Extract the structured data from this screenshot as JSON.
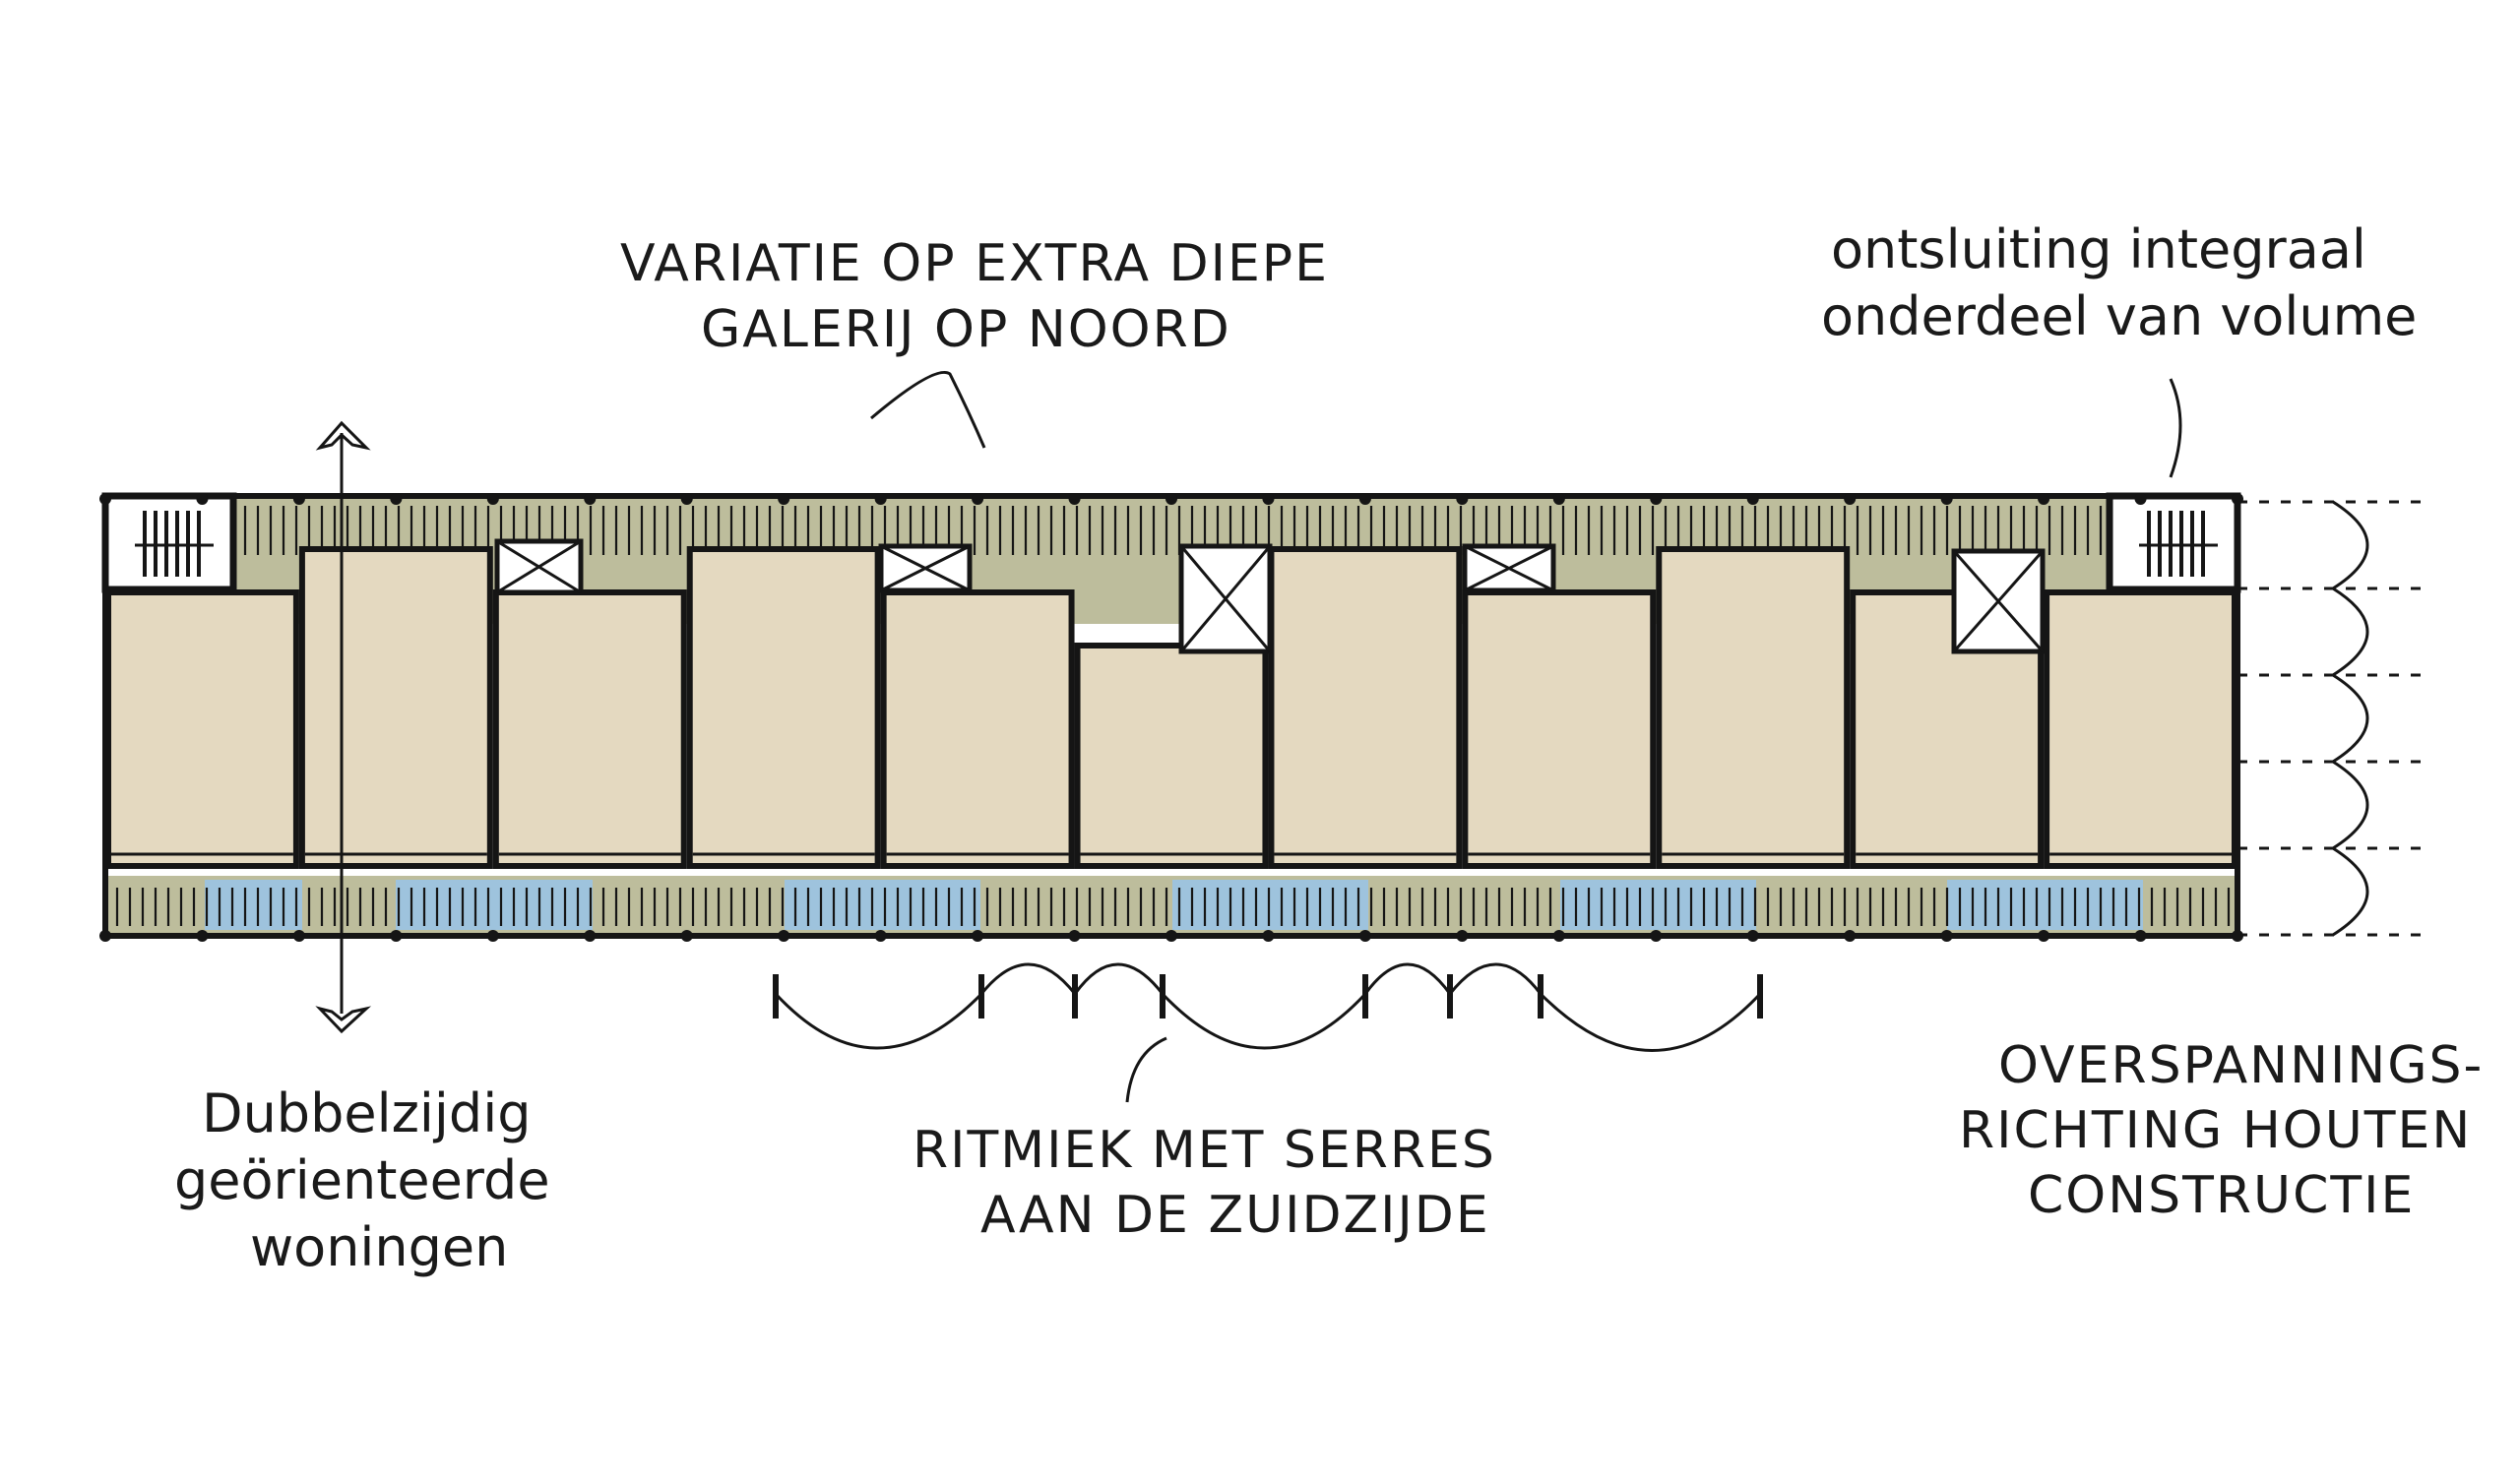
{
  "annotations": {
    "galerij": {
      "line1": "VARIATIE OP EXTRA DIEPE",
      "line2": "GALERIJ OP NOORD"
    },
    "ontsluiting": {
      "line1": "ontsluiting integraal",
      "line2": "onderdeel van volume"
    },
    "dubbelzijdig": {
      "line1": "Dubbelzijdig",
      "line2": "geörienteerde",
      "line3": "woningen"
    },
    "ritmiek": {
      "line1": "RITMIEK MET SERRES",
      "line2": "AAN DE ZUIDZIJDE"
    },
    "overspanning": {
      "line1": "OVERSPANNINGS-",
      "line2": "RICHTING HOUTEN",
      "line3": "CONSTRUCTIE"
    }
  },
  "colors": {
    "dwelling": "#e4d9c0",
    "galerij": "#bdbd9c",
    "serre": "#9ec3dd",
    "ink": "#151515"
  }
}
